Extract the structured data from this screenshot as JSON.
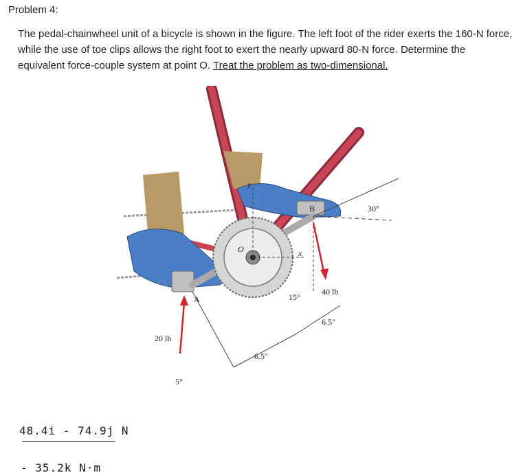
{
  "problem": {
    "title": "Problem 4:",
    "text_main": "The pedal-chainwheel unit of a bicycle is shown in the figure. The left foot of the rider exerts the 160-N force, while the use of toe clips allows the right foot to exert the nearly upward 80-N force. Determine the equivalent force-couple system at point O. ",
    "text_underlined": "Treat the problem as two-dimensional."
  },
  "figure": {
    "labels": {
      "point_a": "A",
      "point_b": "B",
      "point_o": "O",
      "axis_x": "x",
      "axis_y": "y",
      "angle_30": "30°",
      "angle_15": "15°",
      "angle_5": "5°",
      "force_40": "40 lb",
      "force_20": "20 lb",
      "dim_upper": "6.5″",
      "dim_lower": "6.5″"
    },
    "colors": {
      "tube": "#c94556",
      "shoe": "#4a7fc7",
      "leg": "#b89968",
      "arrow": "#d8202a",
      "metal": "#b0b0b0"
    }
  },
  "answers": {
    "line1": "48.4i - 74.9j  N",
    "line2": "- 35.2k  N·m"
  }
}
